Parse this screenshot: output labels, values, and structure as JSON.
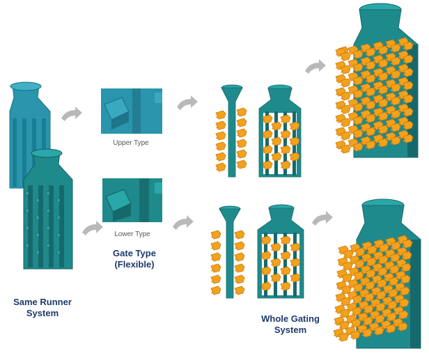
{
  "colors": {
    "runner_teal": "#1f8a8c",
    "runner_dark": "#16696b",
    "runner_light": "#2aa7a9",
    "gate_blue": "#2a95ad",
    "part_orange": "#f3a21c",
    "part_shadow": "#c9780e",
    "arrow_gray": "#b9b9b9",
    "label_navy": "#1d3a6b",
    "label_gray": "#555555"
  },
  "icons": {
    "flow_arrow": "curved-arrow-icon"
  },
  "labels": {
    "upper_type": "Upper Type",
    "lower_type": "Lower Type",
    "gate_type_line1": "Gate Type",
    "gate_type_line2": "(Flexible)",
    "same_runner_line1": "Same Runner",
    "same_runner_line2": "System",
    "whole_gating_line1": "Whole Gating",
    "whole_gating_line2": "System"
  }
}
